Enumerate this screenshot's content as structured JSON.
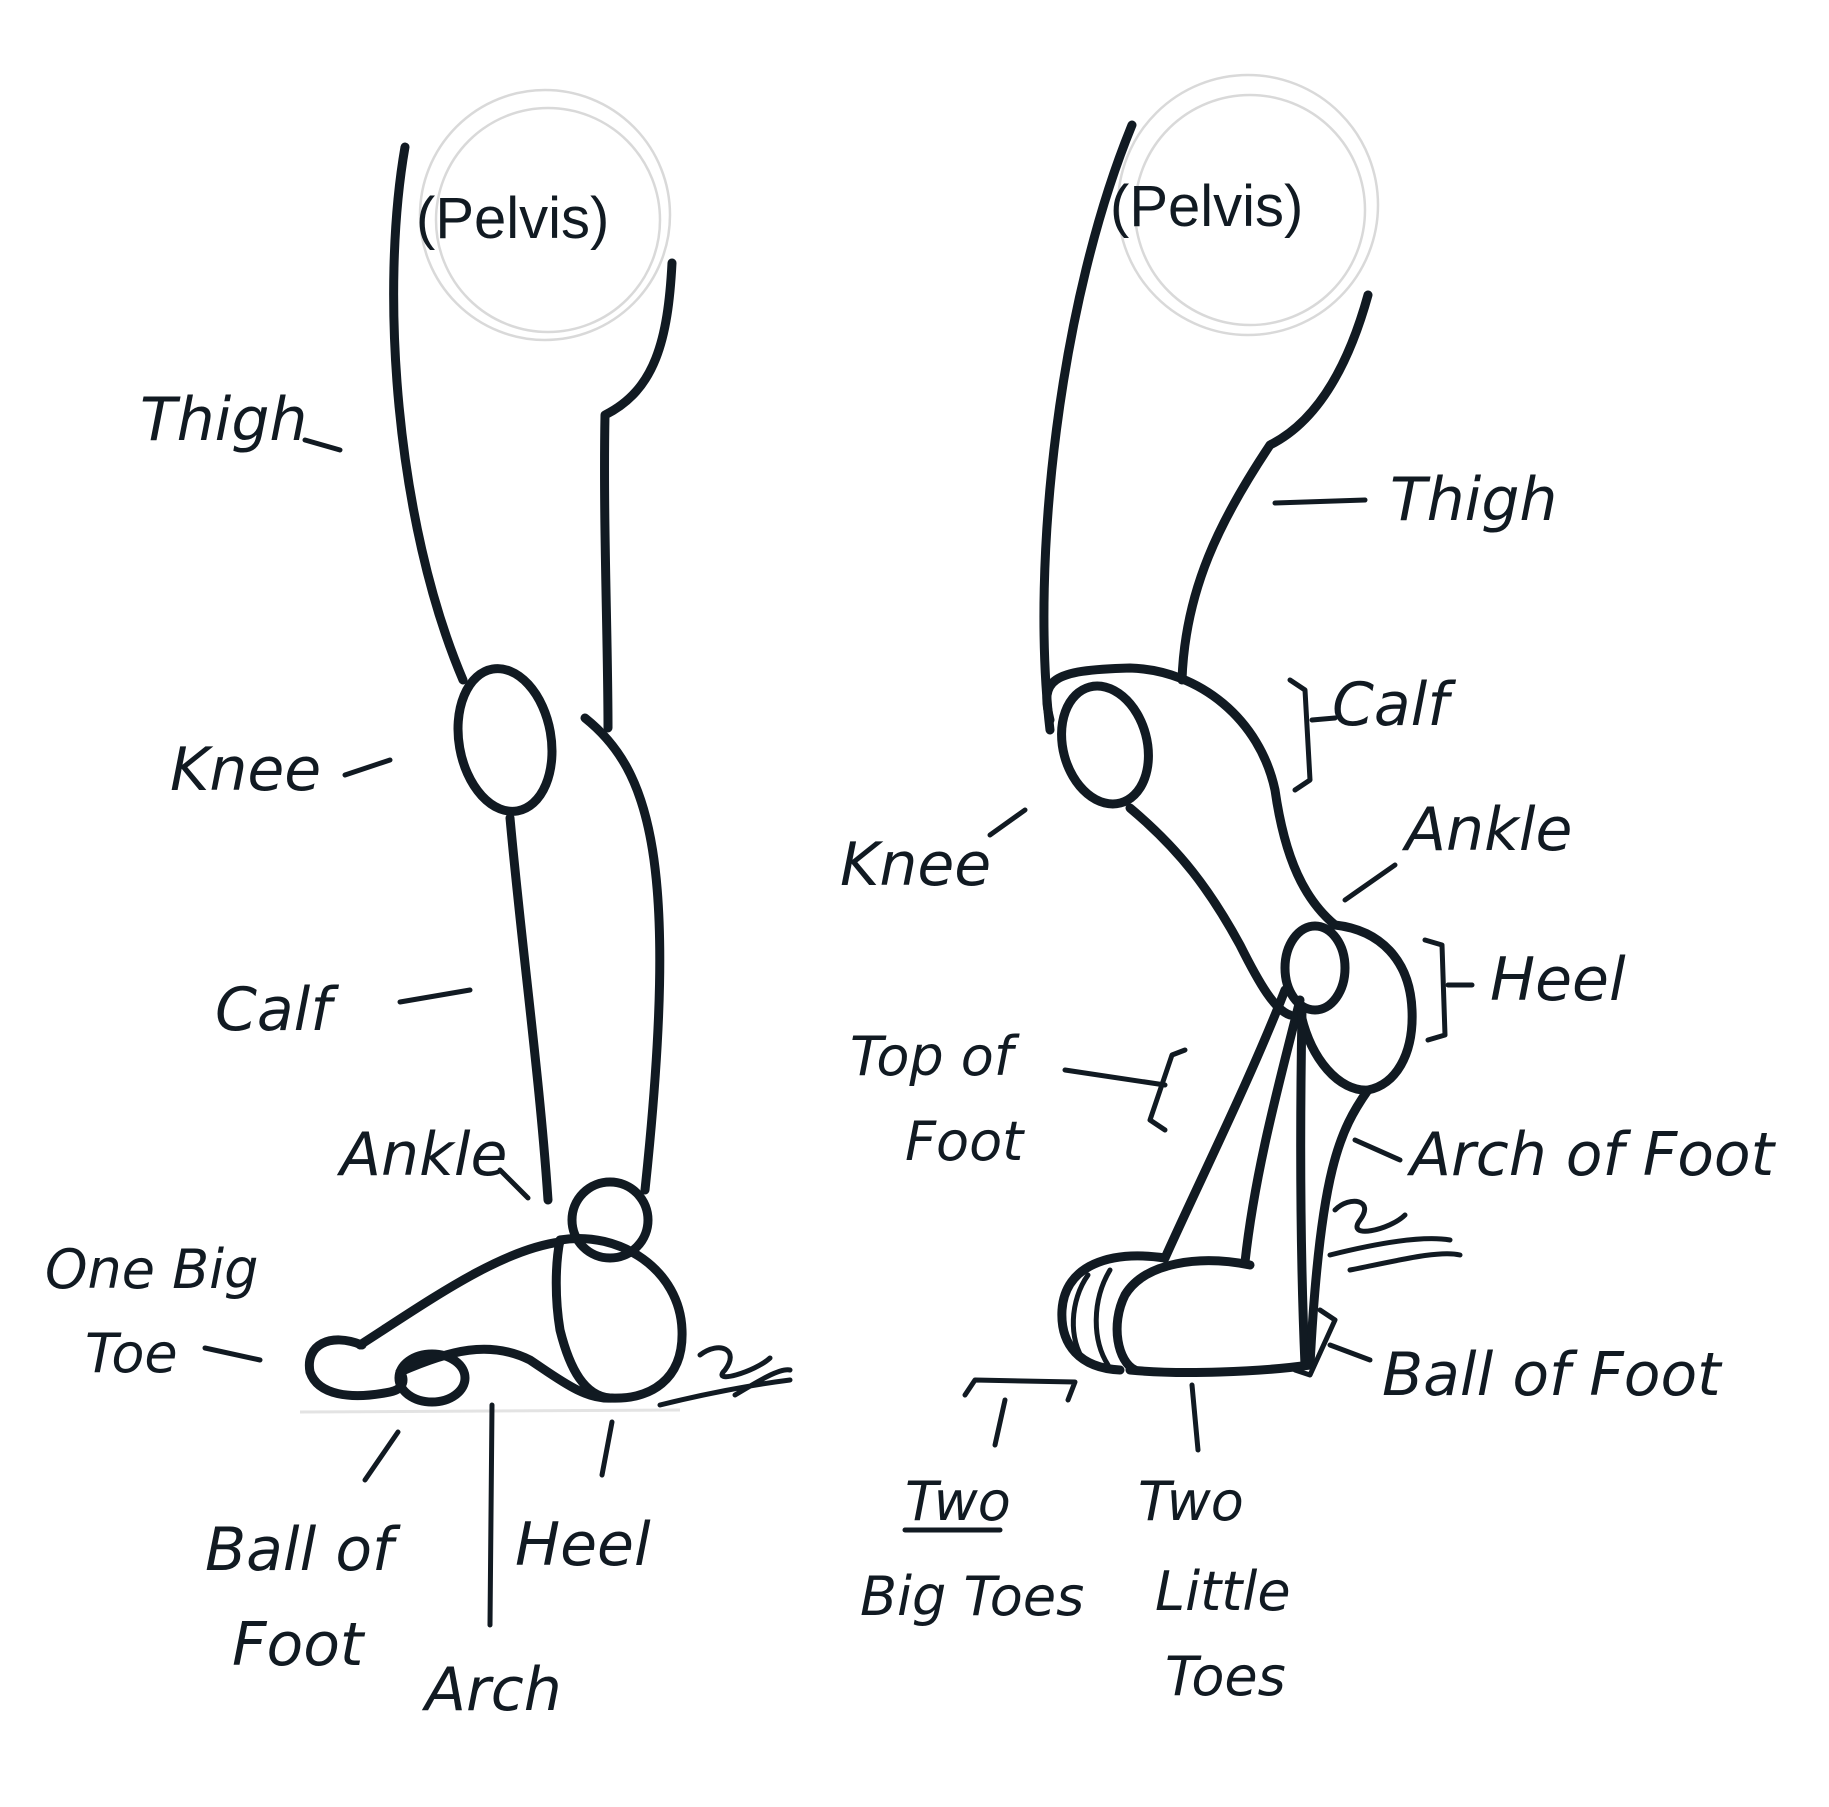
{
  "left_leg": {
    "pelvis": "(Pelvis)",
    "thigh": "Thigh",
    "knee": "Knee",
    "calf": "Calf",
    "ankle": "Ankle",
    "toe_line1": "One Big",
    "toe_line2": "Toe",
    "ball_line1": "Ball of",
    "ball_line2": "Foot",
    "heel": "Heel",
    "arch": "Arch"
  },
  "right_leg": {
    "pelvis": "(Pelvis)",
    "thigh": "Thigh",
    "calf": "Calf",
    "ankle": "Ankle",
    "knee": "Knee",
    "heel": "Heel",
    "top_line1": "Top of",
    "top_line2": "Foot",
    "arch_of_foot": "Arch of Foot",
    "ball_of_foot": "Ball of Foot",
    "big_line1": "Two",
    "big_line2": "Big Toes",
    "little_line1": "Two",
    "little_line2": "Little",
    "little_line3": "Toes"
  }
}
